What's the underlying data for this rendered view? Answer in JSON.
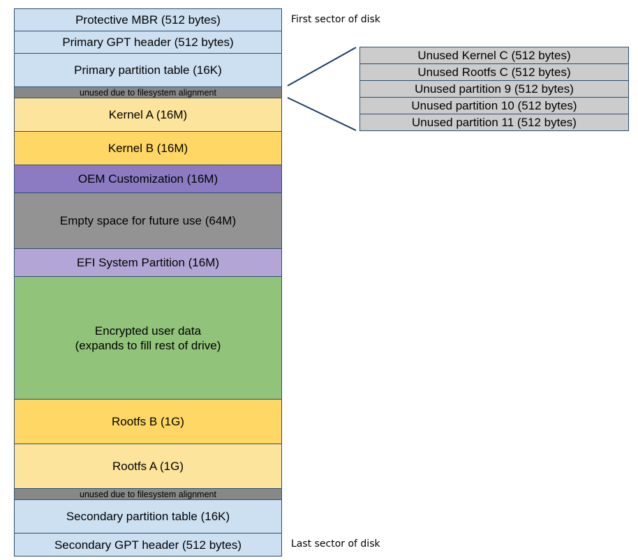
{
  "disk_layout": {
    "blocks": [
      {
        "label": "Protective MBR (512 bytes)",
        "color": "#cce0f2"
      },
      {
        "label": "Primary GPT header (512 bytes)",
        "color": "#cce0f2"
      },
      {
        "label": "Primary partition table (16K)",
        "color": "#cce0f2"
      },
      {
        "label": "unused due to filesystem alignment",
        "color": "#888888"
      },
      {
        "label": "Kernel A (16M)",
        "color": "#fde49c"
      },
      {
        "label": "Kernel B (16M)",
        "color": "#fed764"
      },
      {
        "label": "OEM Customization (16M)",
        "color": "#8c7bc2"
      },
      {
        "label": "Empty space for future use (64M)",
        "color": "#939393"
      },
      {
        "label": "EFI System Partition (16M)",
        "color": "#b3a6d6"
      },
      {
        "label": "Encrypted user data\n(expands to fill rest of drive)",
        "color": "#91c37a"
      },
      {
        "label": "Rootfs B (1G)",
        "color": "#fed764"
      },
      {
        "label": "Rootfs A (1G)",
        "color": "#fde49c"
      },
      {
        "label": "unused due to filesystem alignment",
        "color": "#888888"
      },
      {
        "label": "Secondary partition table (16K)",
        "color": "#cce0f2"
      },
      {
        "label": "Secondary GPT header (512 bytes)",
        "color": "#cce0f2"
      }
    ]
  },
  "annotations": {
    "first_sector": "First sector of disk",
    "last_sector": "Last sector of disk"
  },
  "unused_partitions": {
    "color": "#cccccc",
    "items": [
      "Unused Kernel C (512 bytes)",
      "Unused Rootfs C (512 bytes)",
      "Unused partition 9 (512 bytes)",
      "Unused partition 10 (512 bytes)",
      "Unused partition 11 (512 bytes)"
    ]
  },
  "colors": {
    "border": "#2d4c6e",
    "connector_line": "#1f3e63"
  }
}
